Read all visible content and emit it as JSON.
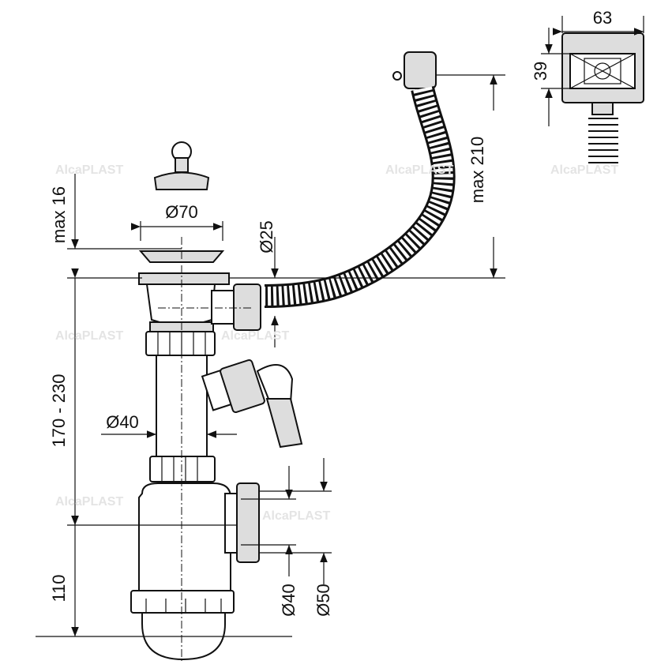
{
  "drawing": {
    "watermark": "AlcaPLAST",
    "dimensions": {
      "overflow_width": "63",
      "overflow_height": "39",
      "hose_length": "max 210",
      "plug_height": "max 16",
      "strainer_diameter": "Ø70",
      "overflow_diameter": "Ø25",
      "adjust_range": "170 - 230",
      "pipe_diameter": "Ø40",
      "trap_height": "110",
      "outlet_inner": "Ø40",
      "outlet_outer": "Ø50"
    }
  }
}
